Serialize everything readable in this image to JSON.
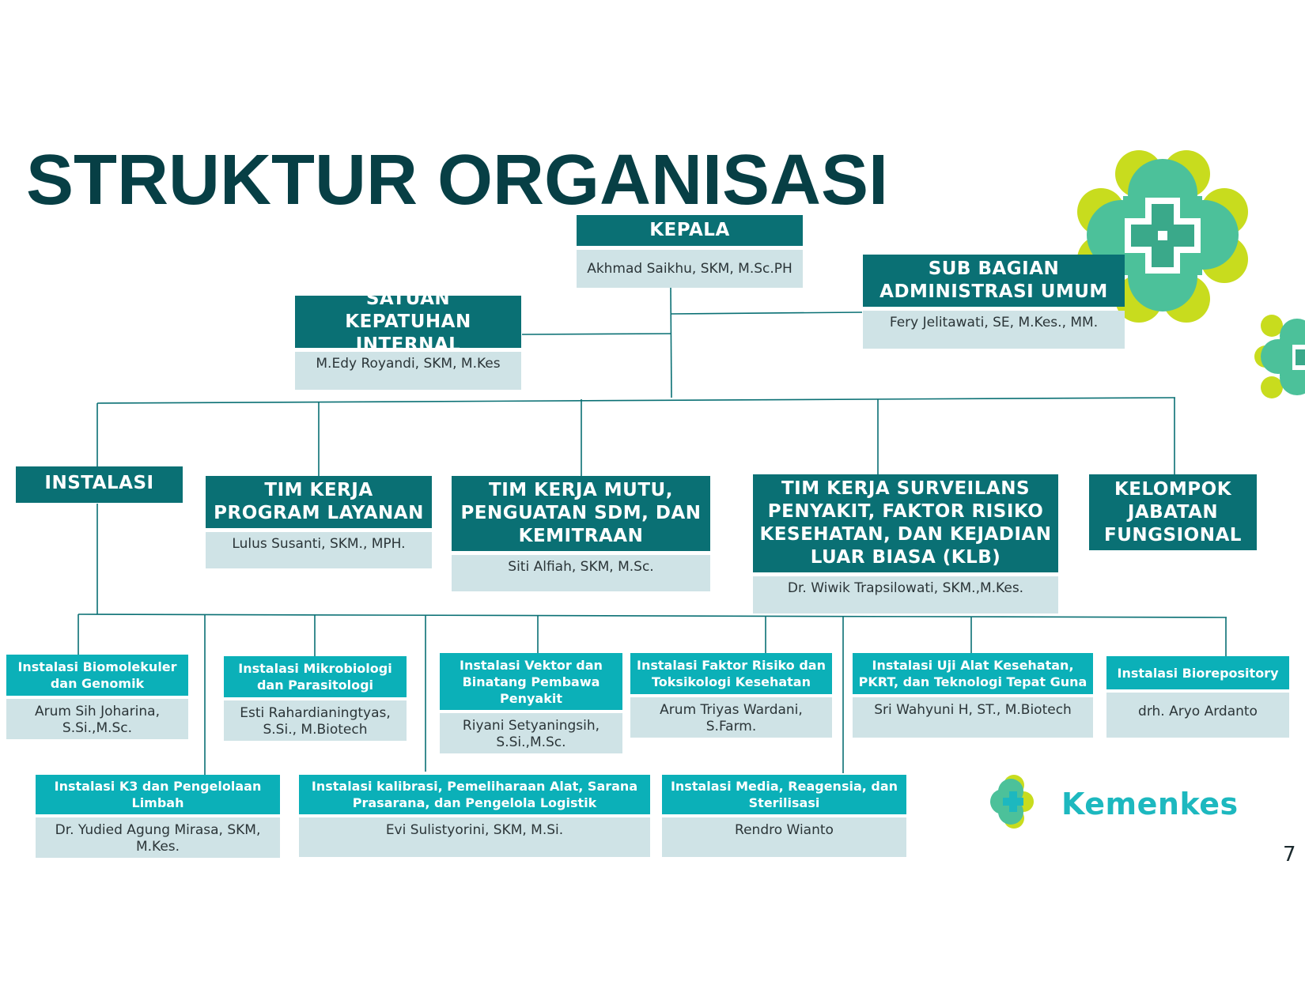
{
  "title": "STRUKTUR ORGANISASI",
  "page_number": "7",
  "brand": {
    "name": "Kemenkes",
    "colors": {
      "dark_teal": "#0a7074",
      "teal": "#0bb0b8",
      "name_bg": "#cfe3e6",
      "green": "#4cc19a",
      "lime": "#c8dc1e",
      "title": "#073f45"
    }
  },
  "nodes": {
    "kepala": {
      "title": "KEPALA",
      "name": "Akhmad Saikhu, SKM, M.Sc.PH"
    },
    "subbag": {
      "title": "SUB BAGIAN ADMINISTRASI UMUM",
      "name": "Fery Jelitawati, SE, M.Kes., MM."
    },
    "spi": {
      "title": "SATUAN KEPATUHAN INTERNAL",
      "name": "M.Edy Royandi, SKM, M.Kes"
    },
    "instalasi": {
      "title": "INSTALASI"
    },
    "tim_layanan": {
      "title": "TIM KERJA PROGRAM LAYANAN",
      "name": "Lulus Susanti, SKM., MPH."
    },
    "tim_mutu": {
      "title": "TIM KERJA MUTU, PENGUATAN SDM, DAN KEMITRAAN",
      "name": "Siti Alfiah, SKM, M.Sc."
    },
    "tim_surveilans": {
      "title": "TIM KERJA SURVEILANS PENYAKIT, FAKTOR RISIKO KESEHATAN, DAN KEJADIAN LUAR BIASA (KLB)",
      "name": "Dr. Wiwik Trapsilowati, SKM.,M.Kes."
    },
    "kjf": {
      "title": "KELOMPOK JABATAN FUNGSIONAL"
    },
    "ins_biomol": {
      "title": "Instalasi Biomolekuler dan Genomik",
      "name": "Arum Sih Joharina, S.Si.,M.Sc."
    },
    "ins_mikro": {
      "title": "Instalasi Mikrobiologi dan Parasitologi",
      "name": "Esti Rahardianingtyas, S.Si., M.Biotech"
    },
    "ins_vektor": {
      "title": "Instalasi Vektor dan Binatang Pembawa Penyakit",
      "name": "Riyani Setyaningsih, S.Si.,M.Sc."
    },
    "ins_faktor": {
      "title": "Instalasi Faktor Risiko dan Toksikologi Kesehatan",
      "name": "Arum Triyas Wardani, S.Farm."
    },
    "ins_uji": {
      "title": "Instalasi Uji Alat Kesehatan, PKRT, dan Teknologi Tepat Guna",
      "name": "Sri Wahyuni H, ST., M.Biotech"
    },
    "ins_biorep": {
      "title": "Instalasi Biorepository",
      "name": "drh. Aryo Ardanto"
    },
    "ins_k3": {
      "title": "Instalasi K3 dan Pengelolaan Limbah",
      "name": "Dr. Yudied Agung Mirasa, SKM, M.Kes."
    },
    "ins_kalibrasi": {
      "title": "Instalasi kalibrasi, Pemeliharaan Alat, Sarana Prasarana, dan Pengelola Logistik",
      "name": "Evi Sulistyorini, SKM, M.Si."
    },
    "ins_media": {
      "title": "Instalasi Media, Reagensia, dan Sterilisasi",
      "name": "Rendro Wianto"
    }
  }
}
